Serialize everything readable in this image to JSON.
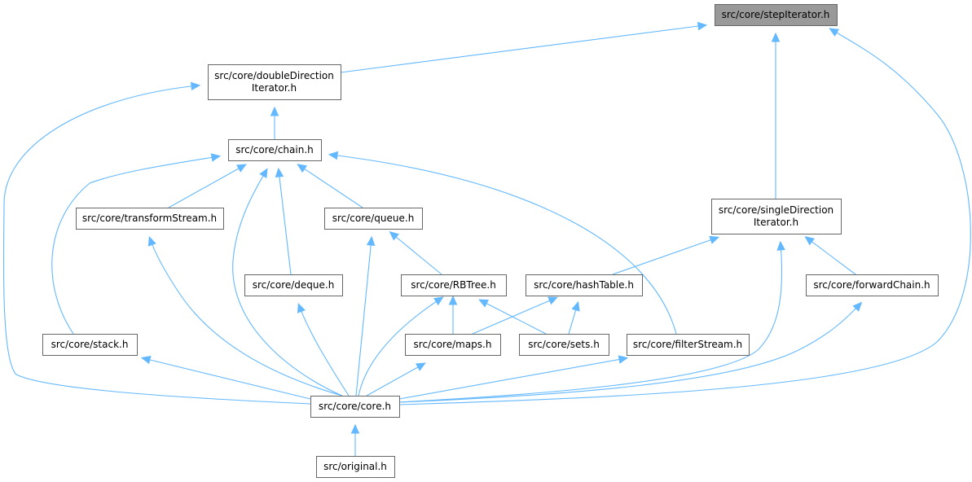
{
  "nodes": [
    {
      "id": "stepIterator",
      "lines": [
        "src/core/stepIterator.h"
      ],
      "highlight": true
    },
    {
      "id": "doubleDirection",
      "lines": [
        "src/core/doubleDirection",
        "Iterator.h"
      ]
    },
    {
      "id": "chain",
      "lines": [
        "src/core/chain.h"
      ]
    },
    {
      "id": "singleDirection",
      "lines": [
        "src/core/singleDirection",
        "Iterator.h"
      ]
    },
    {
      "id": "transformStream",
      "lines": [
        "src/core/transformStream.h"
      ]
    },
    {
      "id": "queue",
      "lines": [
        "src/core/queue.h"
      ]
    },
    {
      "id": "deque",
      "lines": [
        "src/core/deque.h"
      ]
    },
    {
      "id": "RBTree",
      "lines": [
        "src/core/RBTree.h"
      ]
    },
    {
      "id": "hashTable",
      "lines": [
        "src/core/hashTable.h"
      ]
    },
    {
      "id": "forwardChain",
      "lines": [
        "src/core/forwardChain.h"
      ]
    },
    {
      "id": "stack",
      "lines": [
        "src/core/stack.h"
      ]
    },
    {
      "id": "maps",
      "lines": [
        "src/core/maps.h"
      ]
    },
    {
      "id": "sets",
      "lines": [
        "src/core/sets.h"
      ]
    },
    {
      "id": "filterStream",
      "lines": [
        "src/core/filterStream.h"
      ]
    },
    {
      "id": "core",
      "lines": [
        "src/core/core.h"
      ]
    },
    {
      "id": "original",
      "lines": [
        "src/original.h"
      ]
    }
  ],
  "edges": [
    {
      "from": "doubleDirection",
      "to": "stepIterator"
    },
    {
      "from": "singleDirection",
      "to": "stepIterator"
    },
    {
      "from": "core",
      "to": "stepIterator"
    },
    {
      "from": "chain",
      "to": "doubleDirection"
    },
    {
      "from": "core",
      "to": "doubleDirection"
    },
    {
      "from": "transformStream",
      "to": "chain"
    },
    {
      "from": "queue",
      "to": "chain"
    },
    {
      "from": "deque",
      "to": "chain"
    },
    {
      "from": "stack",
      "to": "chain"
    },
    {
      "from": "filterStream",
      "to": "chain"
    },
    {
      "from": "core",
      "to": "chain"
    },
    {
      "from": "hashTable",
      "to": "singleDirection"
    },
    {
      "from": "forwardChain",
      "to": "singleDirection"
    },
    {
      "from": "core",
      "to": "singleDirection"
    },
    {
      "from": "core",
      "to": "transformStream"
    },
    {
      "from": "RBTree",
      "to": "queue"
    },
    {
      "from": "core",
      "to": "queue"
    },
    {
      "from": "core",
      "to": "deque"
    },
    {
      "from": "maps",
      "to": "RBTree"
    },
    {
      "from": "sets",
      "to": "RBTree"
    },
    {
      "from": "core",
      "to": "RBTree"
    },
    {
      "from": "maps",
      "to": "hashTable"
    },
    {
      "from": "sets",
      "to": "hashTable"
    },
    {
      "from": "core",
      "to": "forwardChain"
    },
    {
      "from": "core",
      "to": "stack"
    },
    {
      "from": "core",
      "to": "maps"
    },
    {
      "from": "core",
      "to": "filterStream"
    },
    {
      "from": "original",
      "to": "core"
    }
  ],
  "colors": {
    "edge": "#63b8ff",
    "node_border": "#666666",
    "highlight_fill": "#999999"
  }
}
